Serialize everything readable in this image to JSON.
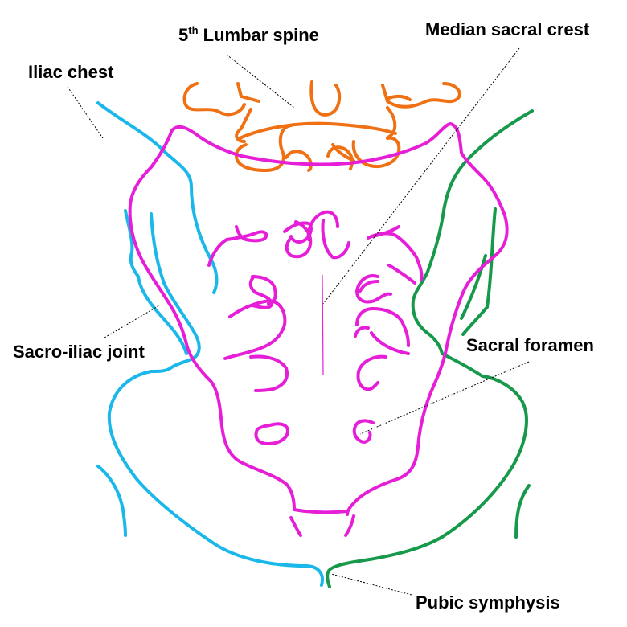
{
  "colors": {
    "ilium": "#1ab8ea",
    "sacrum": "#e61ed8",
    "lumbar": "#f07014",
    "pelvis_right": "#16994a",
    "label": "#000000"
  },
  "labels": {
    "lumbar_spine_base": "5",
    "lumbar_spine_sup": "th",
    "lumbar_spine_rest": " Lumbar spine",
    "median_sacral_crest": "Median sacral crest",
    "iliac_chest": "Iliac chest",
    "sacro_iliac_joint": "Sacro-iliac joint",
    "sacral_foramen": "Sacral foramen",
    "pubic_symphysis": "Pubic symphysis"
  }
}
